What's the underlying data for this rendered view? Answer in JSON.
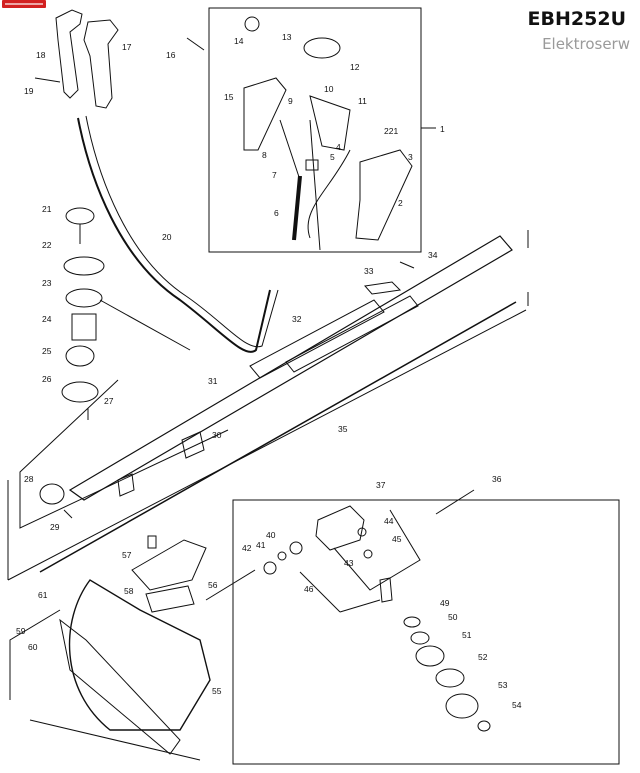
{
  "header": {
    "model": "EBH252U",
    "brand": "Elektroserw"
  },
  "logo_color": "#d22020",
  "callouts": [
    "1",
    "2",
    "3",
    "4",
    "5",
    "6",
    "7",
    "8",
    "9",
    "10",
    "11",
    "221",
    "12",
    "13",
    "14",
    "15",
    "16",
    "17",
    "18",
    "19",
    "20",
    "21",
    "22",
    "23",
    "24",
    "25",
    "26",
    "27",
    "28",
    "29",
    "30",
    "31",
    "32",
    "33",
    "34",
    "35",
    "36",
    "37",
    "40",
    "41",
    "42",
    "43",
    "44",
    "45",
    "46",
    "49",
    "50",
    "51",
    "52",
    "53",
    "54",
    "55",
    "56",
    "57",
    "58",
    "59",
    "60",
    "61"
  ]
}
